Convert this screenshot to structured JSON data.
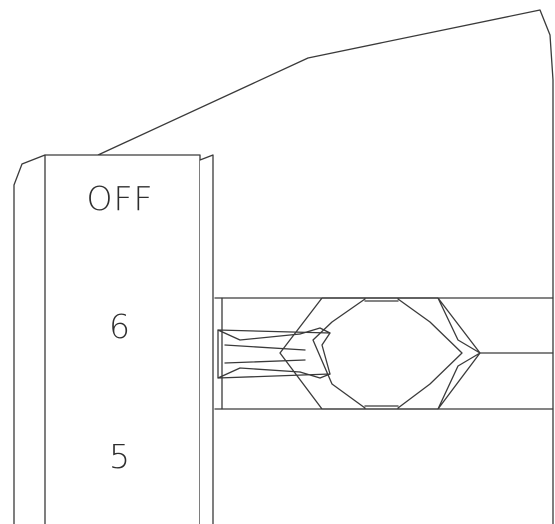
{
  "diagram": {
    "dial": {
      "settings": [
        {
          "id": "off",
          "label": "OFF"
        },
        {
          "id": "6",
          "label": "6"
        },
        {
          "id": "5",
          "label": "5"
        }
      ]
    },
    "line_color": "#3a3a3a",
    "background_color": "#ffffff"
  }
}
